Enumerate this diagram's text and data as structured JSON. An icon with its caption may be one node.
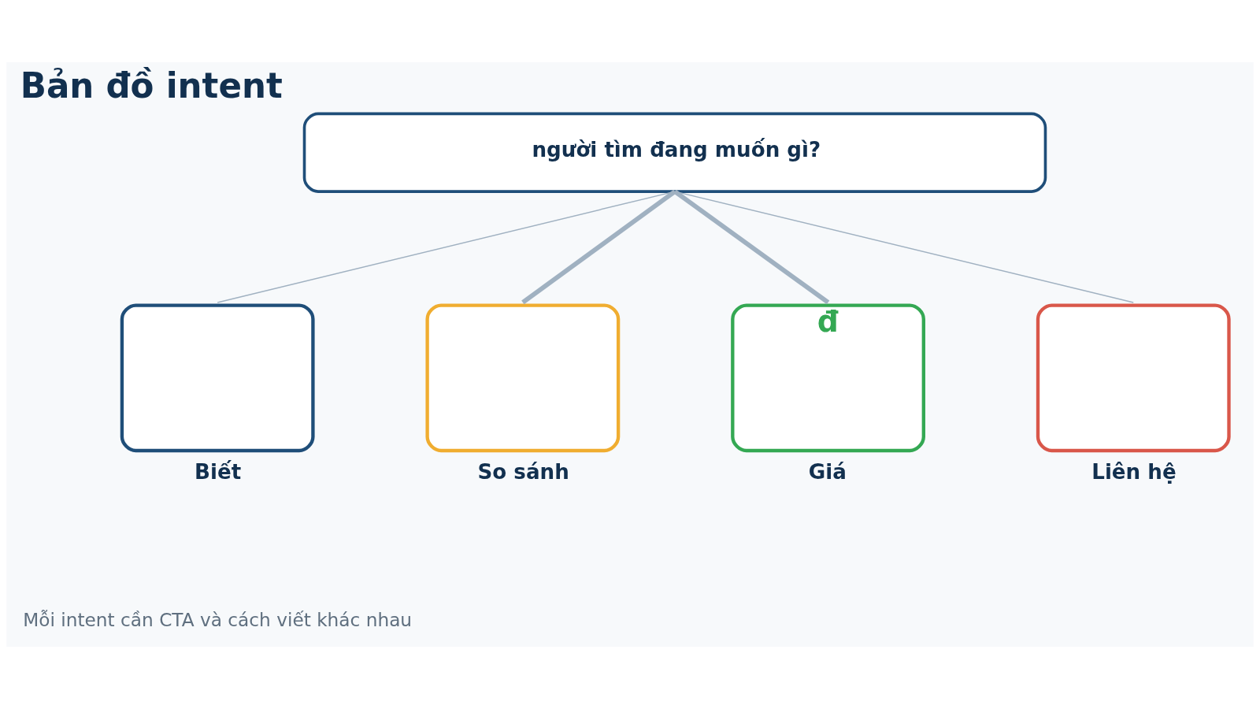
{
  "diagram": {
    "title": "Bản đồ intent",
    "caption": "Mỗi intent cần CTA và cách viết khác nhau",
    "nodes": [
      {
        "text": [
          "người tìm đang muốn gì?"
        ]
      },
      {
        "text": [
          "Biết"
        ]
      },
      {
        "text": [
          "So sánh"
        ]
      },
      {
        "text": [
          "đ",
          "Giá"
        ]
      },
      {
        "text": [
          "Liên hệ"
        ]
      }
    ],
    "edges": [
      {
        "from": 0,
        "to": 1,
        "arrow": "none"
      },
      {
        "from": 0,
        "to": 2,
        "arrow": "none",
        "style": "thick"
      },
      {
        "from": 0,
        "to": 3,
        "arrow": "none",
        "style": "thick"
      },
      {
        "from": 0,
        "to": 4,
        "arrow": "none"
      }
    ]
  }
}
